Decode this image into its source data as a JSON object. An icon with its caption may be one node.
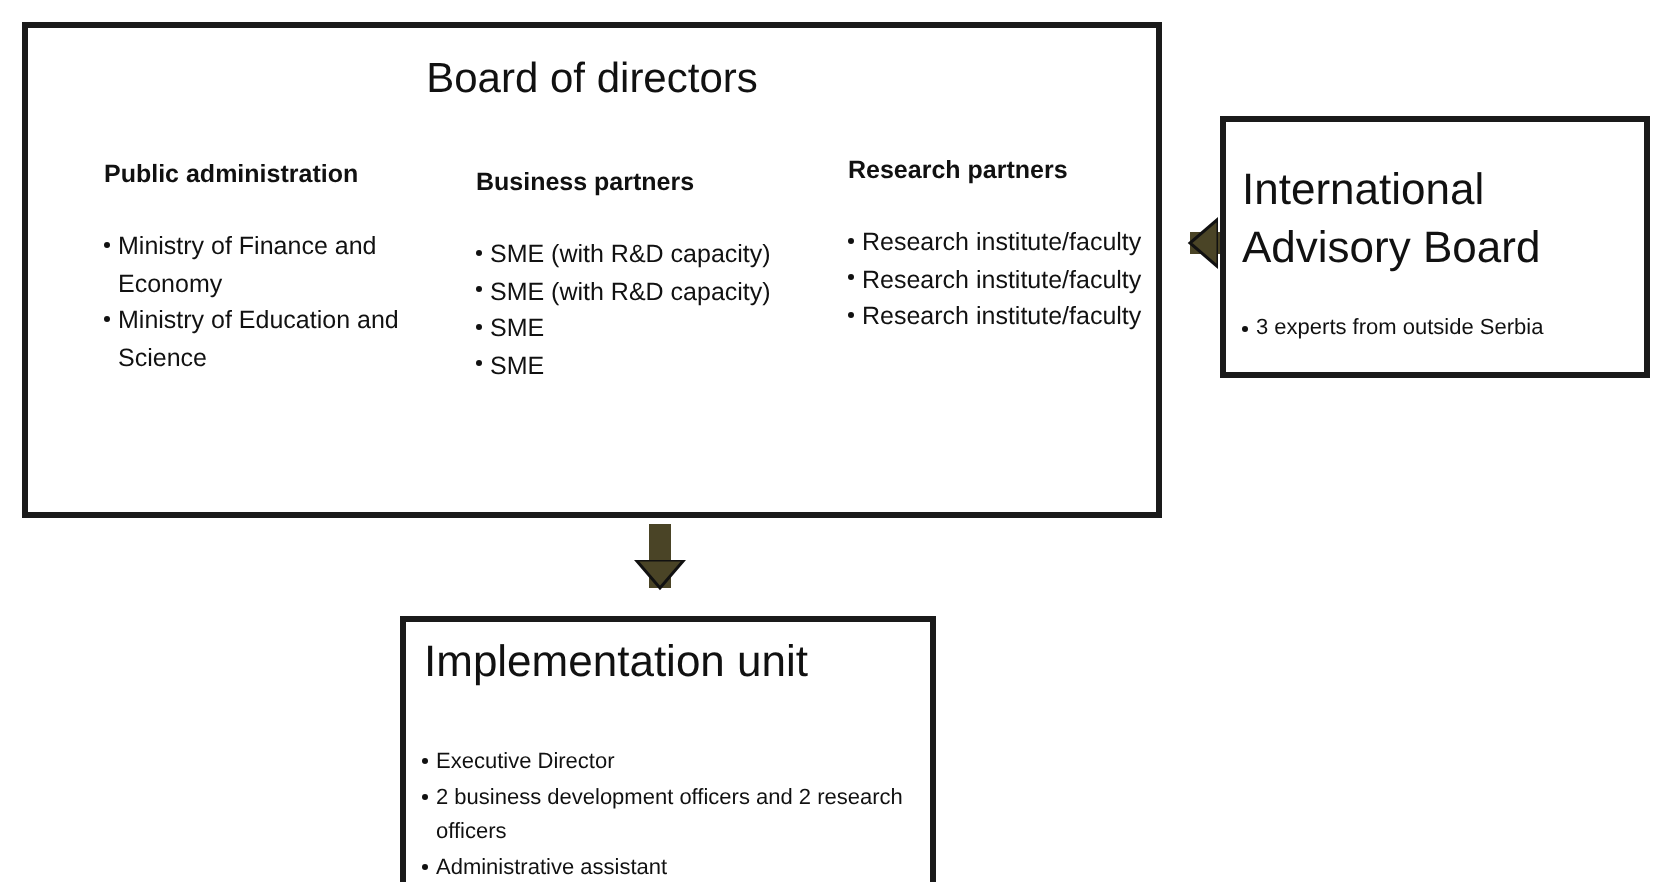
{
  "diagram": {
    "nodes": [
      {
        "text": [
          "Board of directors",
          "Public administration",
          "Ministry of Finance and Economy",
          "Ministry of Education and Science",
          "Business partners",
          "SME (with R&D capacity)",
          "SME (with R&D capacity)",
          "SME",
          "SME",
          "Research partners",
          "Research institute/faculty",
          "Research institute/faculty",
          "Research institute/faculty"
        ]
      },
      {
        "text": [
          "International Advisory Board",
          "3 experts from outside Serbia"
        ]
      },
      {
        "text": [
          "Implementation unit",
          "Executive Director",
          "2 business development officers and 2 research officers",
          "Administrative assistant"
        ]
      }
    ],
    "edges": [
      {
        "from": 1,
        "to": 0,
        "arrow": "to"
      },
      {
        "from": 0,
        "to": 2,
        "arrow": "to"
      }
    ]
  }
}
